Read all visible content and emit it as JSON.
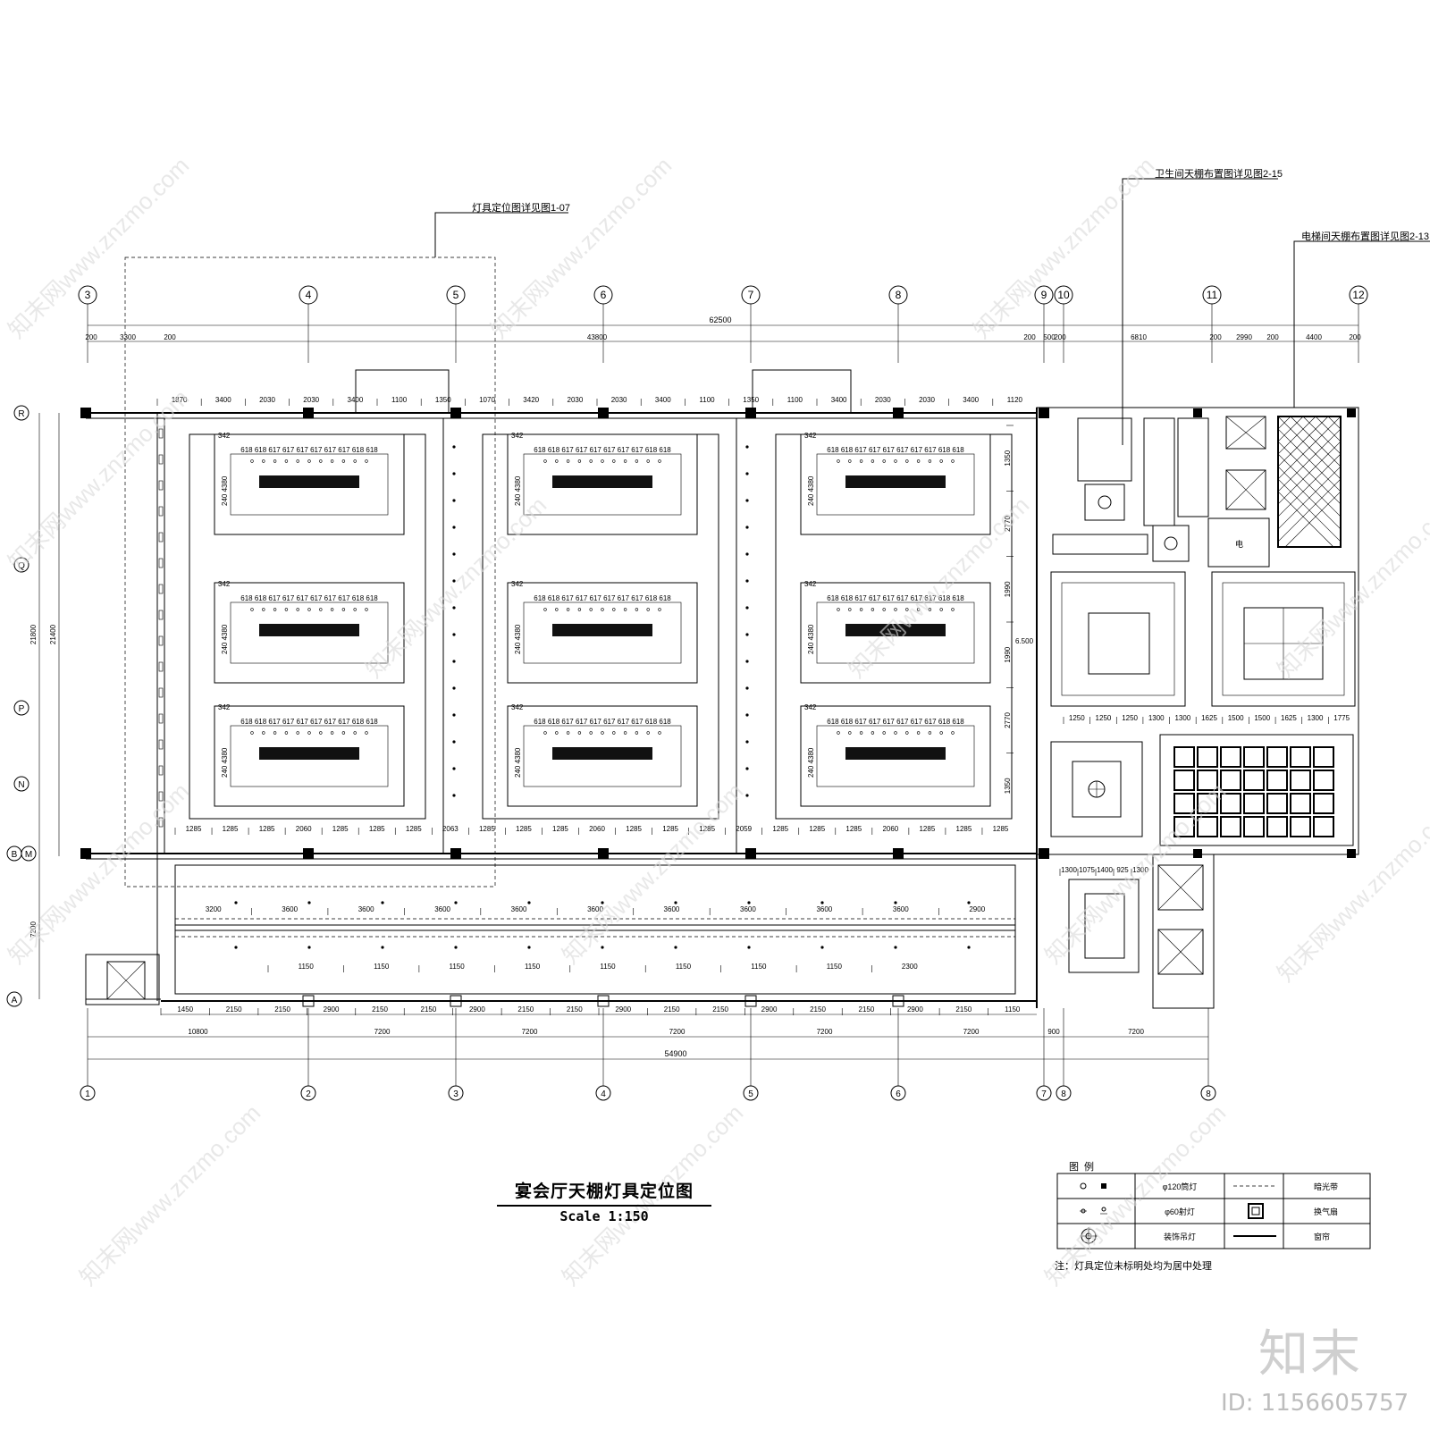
{
  "title": "宴会厅天棚灯具定位图",
  "scale": "Scale 1:150",
  "callouts": {
    "lighting_ref": "灯具定位图详见图1-07",
    "toilet_ref": "卫生间天棚布置图详见图2-15",
    "elevator_ref": "电梯间天棚布置图详见图2-13"
  },
  "top_axes": [
    "3",
    "4",
    "5",
    "6",
    "7",
    "8",
    "9",
    "10",
    "11",
    "12"
  ],
  "bottom_axes": [
    "1",
    "2",
    "3",
    "4",
    "5",
    "6",
    "7",
    "8",
    "8"
  ],
  "left_axes": [
    "R",
    "Q",
    "P",
    "N",
    "B",
    "M",
    "A"
  ],
  "top_overall": "62500",
  "top_dims": [
    "200",
    "3300",
    "200",
    "43800",
    "200",
    "500",
    "200",
    "6810",
    "200",
    "2990",
    "200",
    "4400",
    "200"
  ],
  "top_detail_dims": [
    "1870",
    "3400",
    "2030",
    "2030",
    "3400",
    "1100",
    "1350",
    "1070",
    "3420",
    "2030",
    "2030",
    "3400",
    "1100",
    "1350",
    "1100",
    "3400",
    "2030",
    "2030",
    "3400",
    "1120"
  ],
  "bottom_overall": "54900",
  "bottom_dims": [
    "10800",
    "7200",
    "7200",
    "7200",
    "7200",
    "7200",
    "900",
    "7200"
  ],
  "bottom_detail_dims": [
    "1450",
    "2150",
    "2150",
    "2900",
    "2150",
    "2150",
    "2900",
    "2150",
    "2150",
    "2900",
    "2150",
    "2150",
    "2900",
    "2150",
    "2150",
    "2900",
    "2150",
    "1150"
  ],
  "left_dims": [
    "21800",
    "21400",
    "7200"
  ],
  "corridor_dims": [
    "3200",
    "3600",
    "3600",
    "3600",
    "3600",
    "3600",
    "3600",
    "3600",
    "3600",
    "3600",
    "2900"
  ],
  "corridor_light_dims": [
    "1150",
    "1150",
    "1150",
    "1150",
    "1150",
    "1150",
    "1150",
    "1150",
    "2300"
  ],
  "hall_row_dims": [
    "1285",
    "1285",
    "1285",
    "2060",
    "1285",
    "1285",
    "1285",
    "2063",
    "1285",
    "1285",
    "1285",
    "2060",
    "1285",
    "1285",
    "1285",
    "2059",
    "1285",
    "1285",
    "1285",
    "2060",
    "1285",
    "1285",
    "1285"
  ],
  "hall_side_dims": [
    "1350",
    "2770",
    "1990",
    "1990",
    "2770",
    "1350"
  ],
  "panel_dims": {
    "lead": "342",
    "light_spacing": "618 618 617 617 617 617 617 617 618 618",
    "side": "240",
    "vert": "4380"
  },
  "right_room_dims": [
    "1250",
    "1250",
    "1250",
    "1300",
    "1300",
    "1625",
    "1500",
    "1500",
    "1625",
    "1300",
    "1775"
  ],
  "small_room_dims": [
    "1300",
    "1075",
    "1400",
    "925",
    "1300"
  ],
  "elec_label": "电",
  "level_mark": "6.500",
  "legend": {
    "header": "图例",
    "rows": [
      {
        "symbol": "downlight-icon",
        "name": "φ120筒灯",
        "symbol2": "dashed-line",
        "name2": "暗光带"
      },
      {
        "symbol": "spotlight-icon",
        "name": "φ60射灯",
        "symbol2": "exhaust-fan-icon",
        "name2": "换气扇"
      },
      {
        "symbol": "pendant-lamp-icon",
        "name": "装饰吊灯",
        "symbol2": "curtain-line",
        "name2": "窗帘"
      }
    ],
    "note": "注：灯具定位未标明处均为居中处理"
  },
  "watermark": {
    "text": "知末网www.znzmo.com",
    "logo": "知末",
    "id": "ID: 1156605757"
  }
}
